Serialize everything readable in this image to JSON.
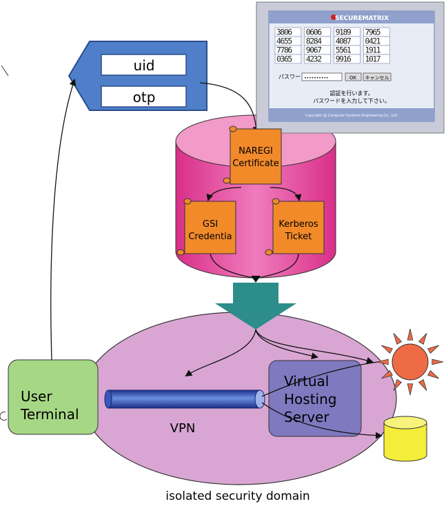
{
  "caption": "isolated security domain",
  "login_box": {
    "uid_label": "uid",
    "otp_label": "otp"
  },
  "secure_matrix": {
    "title": "SECUREMATRIX",
    "rows": [
      [
        "3806",
        "0606",
        "9189",
        "7965"
      ],
      [
        "4655",
        "8284",
        "4087",
        "0421"
      ],
      [
        "7786",
        "9067",
        "5561",
        "1911"
      ],
      [
        "0365",
        "4232",
        "9916",
        "1017"
      ]
    ],
    "password_label": "パスワード",
    "password_value": "••••••••••",
    "ok_button": "OK",
    "cancel_button": "キャンセル",
    "message_line1": "認証を行います。",
    "message_line2": "パスワードを入力して下さい。",
    "footer": "Copyright @ Computer Systems Engineering Co., Ltd."
  },
  "credentials": {
    "naregi_line1": "NAREGI",
    "naregi_line2": "Certificate",
    "gsi_line1": "GSI",
    "gsi_line2": "Credentia",
    "kerberos_line1": "Kerberos",
    "kerberos_line2": "Ticket"
  },
  "domain": {
    "user_terminal_line1": "User",
    "user_terminal_line2": "Terminal",
    "vpn_label": "VPN",
    "server_line1": "Virtual",
    "server_line2": "Hosting",
    "server_line3": "Server"
  },
  "colors": {
    "cylinder": "#e23d95",
    "ellipse": "#d9a6d3",
    "scroll": "#f28a2a",
    "server": "#7f79c0",
    "terminal": "#a6d785",
    "uid_box": "#4f7fc8",
    "sun": "#ef6b45",
    "database": "#f4ee3a",
    "arrow": "#2d8d8b"
  }
}
